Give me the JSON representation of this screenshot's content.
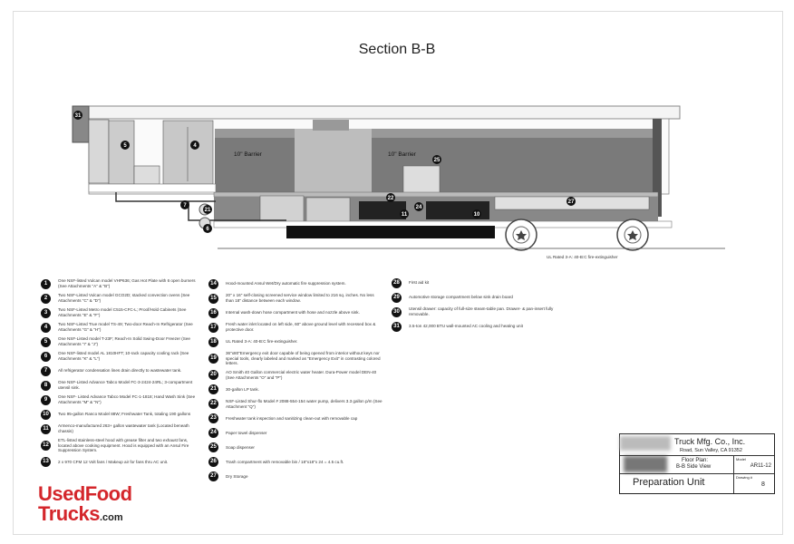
{
  "title": "Section B-B",
  "drawing": {
    "barrier_label_1": "10\" Barrier",
    "barrier_label_2": "10\" Barrier",
    "extinguisher_note": "UL Rated 3-A: 40-B:C fire-extinguisher",
    "markers": [
      "31",
      "5",
      "4",
      "7",
      "21",
      "6",
      "24",
      "22",
      "25",
      "11",
      "10",
      "27"
    ]
  },
  "legend": [
    {
      "n": "1",
      "text": "One NSF-listed Vulcan model VHP636; Gas Hot Plate with 6 open burners (See Attachments \"A\" & \"B\")"
    },
    {
      "n": "2",
      "text": "Two NSF-Listed Vulcan model GCO2D; stacked convection ovens (See Attachments \"C\" & \"D\")"
    },
    {
      "n": "3",
      "text": "Two NSF-Listed Metro model C515-CFC-L; Proof/Hold Cabinets (See Attachments \"E\" & \"F\")"
    },
    {
      "n": "4",
      "text": "Two NSF-Listed True model TS-49; Two-door Reach-In Refrigerator (See Attachments \"G\" & \"H\")"
    },
    {
      "n": "5",
      "text": "One NSF-Listed model T-23F; Reach-In Solid Swing-Door Freezer (See Attachments \"I\" & \"J\")"
    },
    {
      "n": "6",
      "text": "One NSF-listed model AL 1810HFT; 10-rack capacity cooling rack (See Attachments \"K\" & \"L\")"
    },
    {
      "n": "7",
      "text": "All refrigerator condensation lines drain directly to wastewater tank."
    },
    {
      "n": "8",
      "text": "One NSF-Listed Advance Tabco Model FC-3-2424-24RL; 3-compartment utensil sink."
    },
    {
      "n": "9",
      "text": "One NSF- Listed Advance Tabco Model FC-1-1818; Hand Wash Sink (See Attachments \"M\" & \"N\")"
    },
    {
      "n": "10",
      "text": "Two 95-gallon Ranco Model 88W; Freshwater Tank, totaling 190 gallons"
    },
    {
      "n": "11",
      "text": "Armenco-manufactured 263+ gallon wastewater tank (Located beneath chassis)"
    },
    {
      "n": "12",
      "text": "ETL-listed stainless-steel hood with grease filter and two exhaust fans, located above cooking equipment. Hood is equipped with an Ansul Fire Suppression System."
    },
    {
      "n": "13",
      "text": "2 x 970 CFM 12 Volt fans / Makeup air for fans thru AC unit."
    },
    {
      "n": "14",
      "text": "Hood-mounted Ansul Wet/Dry automatic fire suppression system."
    },
    {
      "n": "15",
      "text": "20\" x 16\" self-closing screened service window limited to 216 sq. inches. No less than 18\" distance between each window."
    },
    {
      "n": "16",
      "text": "Internal wash-down hose compartment with hose and nozzle above sink."
    },
    {
      "n": "17",
      "text": "Fresh water inlet located on left side, 60\" above ground level with recessed box & protective door."
    },
    {
      "n": "18",
      "text": "UL Rated 3-A: 40-B:C fire-extinguisher."
    },
    {
      "n": "19",
      "text": "36\"x80\"Emergency exit door capable of being opened from interior without keys nor special tools, clearly labeled and marked as \"Emergency Exit\" in contrasting colored letters."
    },
    {
      "n": "20",
      "text": "AO Smith 40 Gallon commercial electric water heater. Dura-Power model DEN-40 (See Attachments \"O\" and \"P\")"
    },
    {
      "n": "21",
      "text": "30-gallon LP tank."
    },
    {
      "n": "22",
      "text": "NSF-Listed Shur-flo Model # 2088-554-154 water pump, delivers 3.3 gallon p/m (See Attachment \"Q\")"
    },
    {
      "n": "23",
      "text": "Freshwater tank inspection and sanitizing clean-out with removable cap"
    },
    {
      "n": "24",
      "text": "Paper towel dispenser"
    },
    {
      "n": "25",
      "text": "Soap dispenser"
    },
    {
      "n": "26",
      "text": "Trash compartment with removable bin / 18\"x18\"x 24 = 4.5 cu.ft."
    },
    {
      "n": "27",
      "text": "Dry Storage"
    },
    {
      "n": "28",
      "text": "First aid kit"
    },
    {
      "n": "29",
      "text": "Automotive storage compartment below sink drain board"
    },
    {
      "n": "30",
      "text": "Utensil drawer: capacity of full-size steam-table pan. Drawer- & pan-insert fully removable."
    },
    {
      "n": "31",
      "text": "3.5-ton 42,000 BTU wall-mounted AC cooling and heating unit"
    }
  ],
  "title_block": {
    "company": "Truck Mfg. Co., Inc.",
    "address": "Road, Sun Valley, CA 91352",
    "floor_plan_label": "Floor Plan:",
    "floor_plan_value": "B-B Side View",
    "model_label": "Model",
    "model_value": "AR11-12",
    "unit_name": "Preparation Unit",
    "drawing_label": "Drawing #",
    "drawing_value": "8"
  },
  "logo": {
    "line1": "UsedFood",
    "line2": "Trucks",
    ".com": ".com"
  },
  "watermark": "UsedFood Trucks.com"
}
